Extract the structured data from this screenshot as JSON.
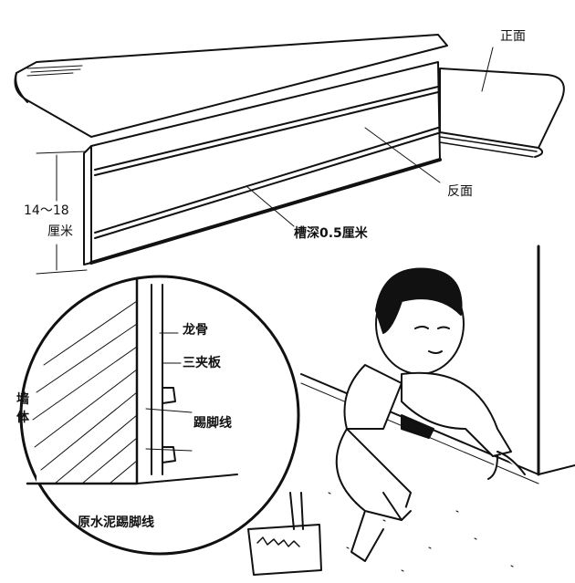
{
  "labels": {
    "front_face": "正面",
    "back_face": "反面",
    "height_range": "14～18",
    "height_unit": "厘米",
    "groove_depth": "槽深0.5厘米",
    "keel": "龙骨",
    "plywood": "三夹板",
    "wall_line1": "墙",
    "wall_line2": "体",
    "skirting": "踢脚线",
    "old_cement_skirting": "原水泥踢脚线"
  },
  "colors": {
    "ink": "#111111",
    "paper": "#ffffff"
  }
}
